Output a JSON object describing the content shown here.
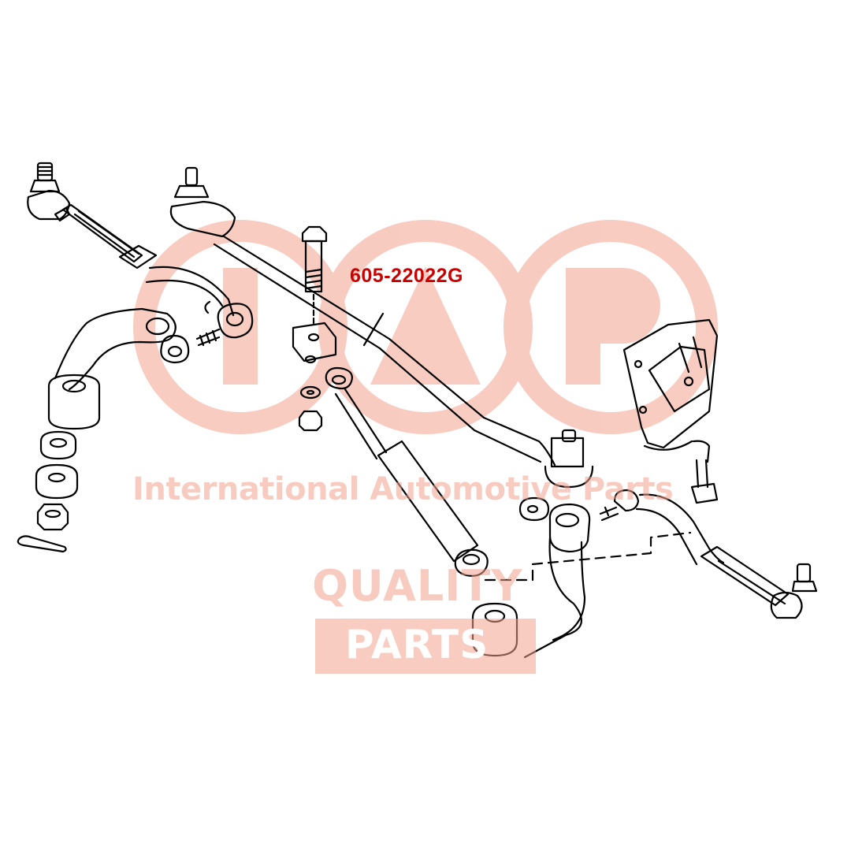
{
  "part_number": "605-22022G",
  "watermark": {
    "logo_text": "IAP",
    "tagline": "International Automotive Parts",
    "quality": "QUALITY",
    "parts": "PARTS",
    "color": "#f2a28d"
  },
  "label_color": "#cc0000",
  "line_color": "#000000"
}
